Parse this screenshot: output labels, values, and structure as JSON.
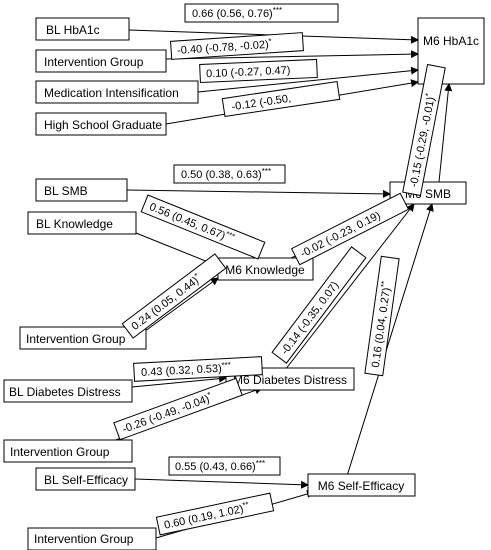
{
  "nodes": {
    "bl_hba1c": "BL HbA1c",
    "intervention_group_1": "Intervention Group",
    "medication_intensification": "Medication Intensification",
    "high_school_graduate": "High School Graduate",
    "m6_hba1c": "M6 HbA1c",
    "bl_smb": "BL SMB",
    "bl_knowledge": "BL Knowledge",
    "m6_smb": "M6 SMB",
    "m6_knowledge": "M6 Knowledge",
    "intervention_group_2": "Intervention Group",
    "bl_diabetes_distress": "BL Diabetes Distress",
    "m6_diabetes_distress": "M6 Diabetes Distress",
    "intervention_group_3": "Intervention Group",
    "bl_self_efficacy": "BL Self-Efficacy",
    "m6_self_efficacy": "M6 Self-Efficacy",
    "intervention_group_4": "Intervention Group"
  },
  "edges": {
    "bl_hba1c_to_m6_hba1c": {
      "estimate": "0.66 (0.56, 0.76)",
      "sig": "***"
    },
    "intervention_to_m6_hba1c": {
      "estimate": "-0.40 (-0.78, -0.02)",
      "sig": "*"
    },
    "medication_to_m6_hba1c": {
      "estimate": "0.10 (-0.27, 0.47)",
      "sig": ""
    },
    "hsgrad_to_m6_hba1c": {
      "estimate": "-0.12 (-0.50,",
      "sig": ""
    },
    "m6_smb_to_m6_hba1c": {
      "estimate": "-0.15 (-0.29, -0.01)",
      "sig": "*"
    },
    "bl_smb_to_m6_smb": {
      "estimate": "0.50 (0.38, 0.63)",
      "sig": "***"
    },
    "bl_knowledge_to_m6_knowledge": {
      "estimate": "0.56 (0.45, 0.67)",
      "sig": "***"
    },
    "m6_knowledge_to_m6_smb": {
      "estimate": "-0.02 (-0.23, 0.19)",
      "sig": ""
    },
    "intervention_to_m6_knowledge": {
      "estimate": "0.24 (0.05, 0.44)",
      "sig": "*"
    },
    "m6_distress_to_m6_smb": {
      "estimate": "-0.14 (-0.35, 0.07)",
      "sig": ""
    },
    "bl_distress_to_m6_distress": {
      "estimate": "0.43 (0.32, 0.53)",
      "sig": "***"
    },
    "intervention_to_m6_distress": {
      "estimate": "-0.26 (-0.49, -0.04)",
      "sig": "*"
    },
    "m6_self_efficacy_to_m6_smb": {
      "estimate": "0.16 (0.04, 0.27)",
      "sig": "**"
    },
    "bl_self_efficacy_to_m6_self_efficacy": {
      "estimate": "0.55 (0.43, 0.66)",
      "sig": "***"
    },
    "intervention_to_m6_self_efficacy": {
      "estimate": "0.60 (0.19, 1.02)",
      "sig": "**"
    }
  }
}
